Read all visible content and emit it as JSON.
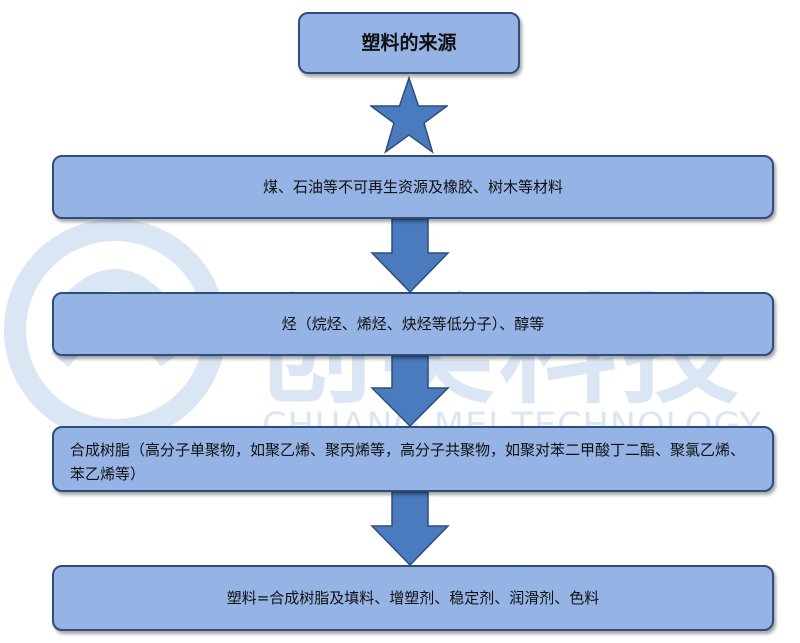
{
  "title": "塑料的来源",
  "steps": [
    "煤、石油等不可再生资源及橡胶、树木等材料",
    "烃（烷烃、烯烃、炔烃等低分子）、醇等",
    "合成树脂（高分子单聚物，如聚乙烯、聚丙烯等，高分子共聚物，如聚对苯二甲酸丁二酯、聚氯乙烯、苯乙烯等）",
    "塑料=合成树脂及填料、增塑剂、稳定剂、润滑剂、色料"
  ],
  "watermark": {
    "cn": "创美科技",
    "en": "CHUANG MEI TECHNOLOGY"
  },
  "colors": {
    "box_fill": "#95b3e4",
    "box_border": "#2f4d7c",
    "arrow_fill": "#4a7bbf",
    "watermark": "#dbe6f5"
  }
}
